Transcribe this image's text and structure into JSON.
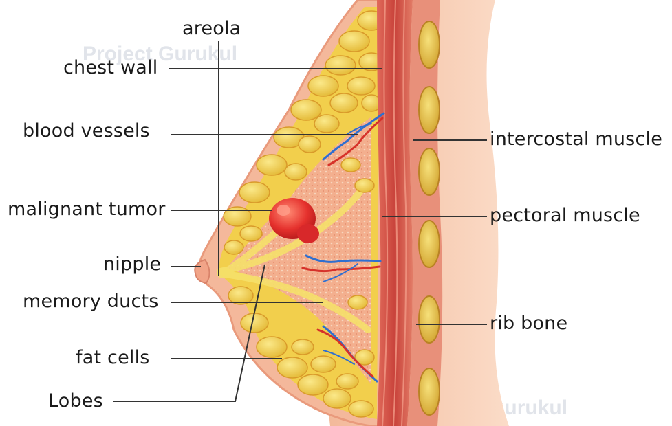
{
  "diagram": {
    "labels": {
      "areola": "areola",
      "chest_wall": "chest wall",
      "blood_vessels": "blood vessels",
      "malignant_tumor": "malignant tumor",
      "nipple": "nipple",
      "memory_ducts": "memory ducts",
      "fat_cells": "fat cells",
      "lobes": "Lobes",
      "intercostal_muscle": "intercostal muscle",
      "pectoral_muscle": "pectoral muscle",
      "rib_bone": "rib bone"
    },
    "watermark": "Project Gurukul",
    "colors": {
      "skin": "#f6c3a4",
      "fat": "#f2cf4c",
      "muscle": "#d9574d",
      "tissue": "#f0a58a",
      "tumor": "#e8322e",
      "vein": "#2f6fd0",
      "artery": "#d6312a",
      "leader_line": "#333333"
    }
  }
}
